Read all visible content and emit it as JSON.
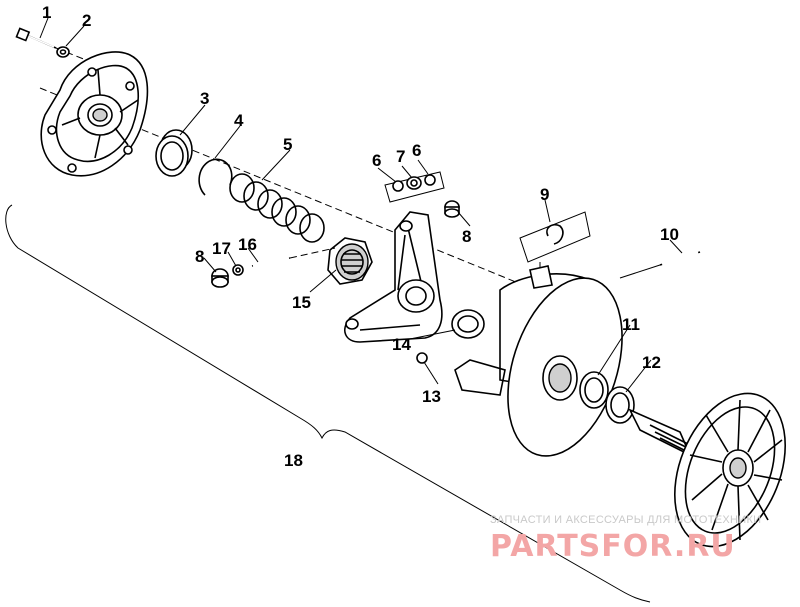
{
  "diagram": {
    "callouts": [
      "1",
      "2",
      "3",
      "4",
      "5",
      "6",
      "7",
      "6",
      "8",
      "9",
      "10",
      "17",
      "16",
      "8",
      "15",
      "14",
      "11",
      "12",
      "13",
      "18"
    ]
  },
  "watermark": {
    "caption": "ЗАПЧАСТИ И АКСЕССУАРЫ ДЛЯ МОТОТЕХНИКИ",
    "brand": "PARTSFOR.RU"
  }
}
